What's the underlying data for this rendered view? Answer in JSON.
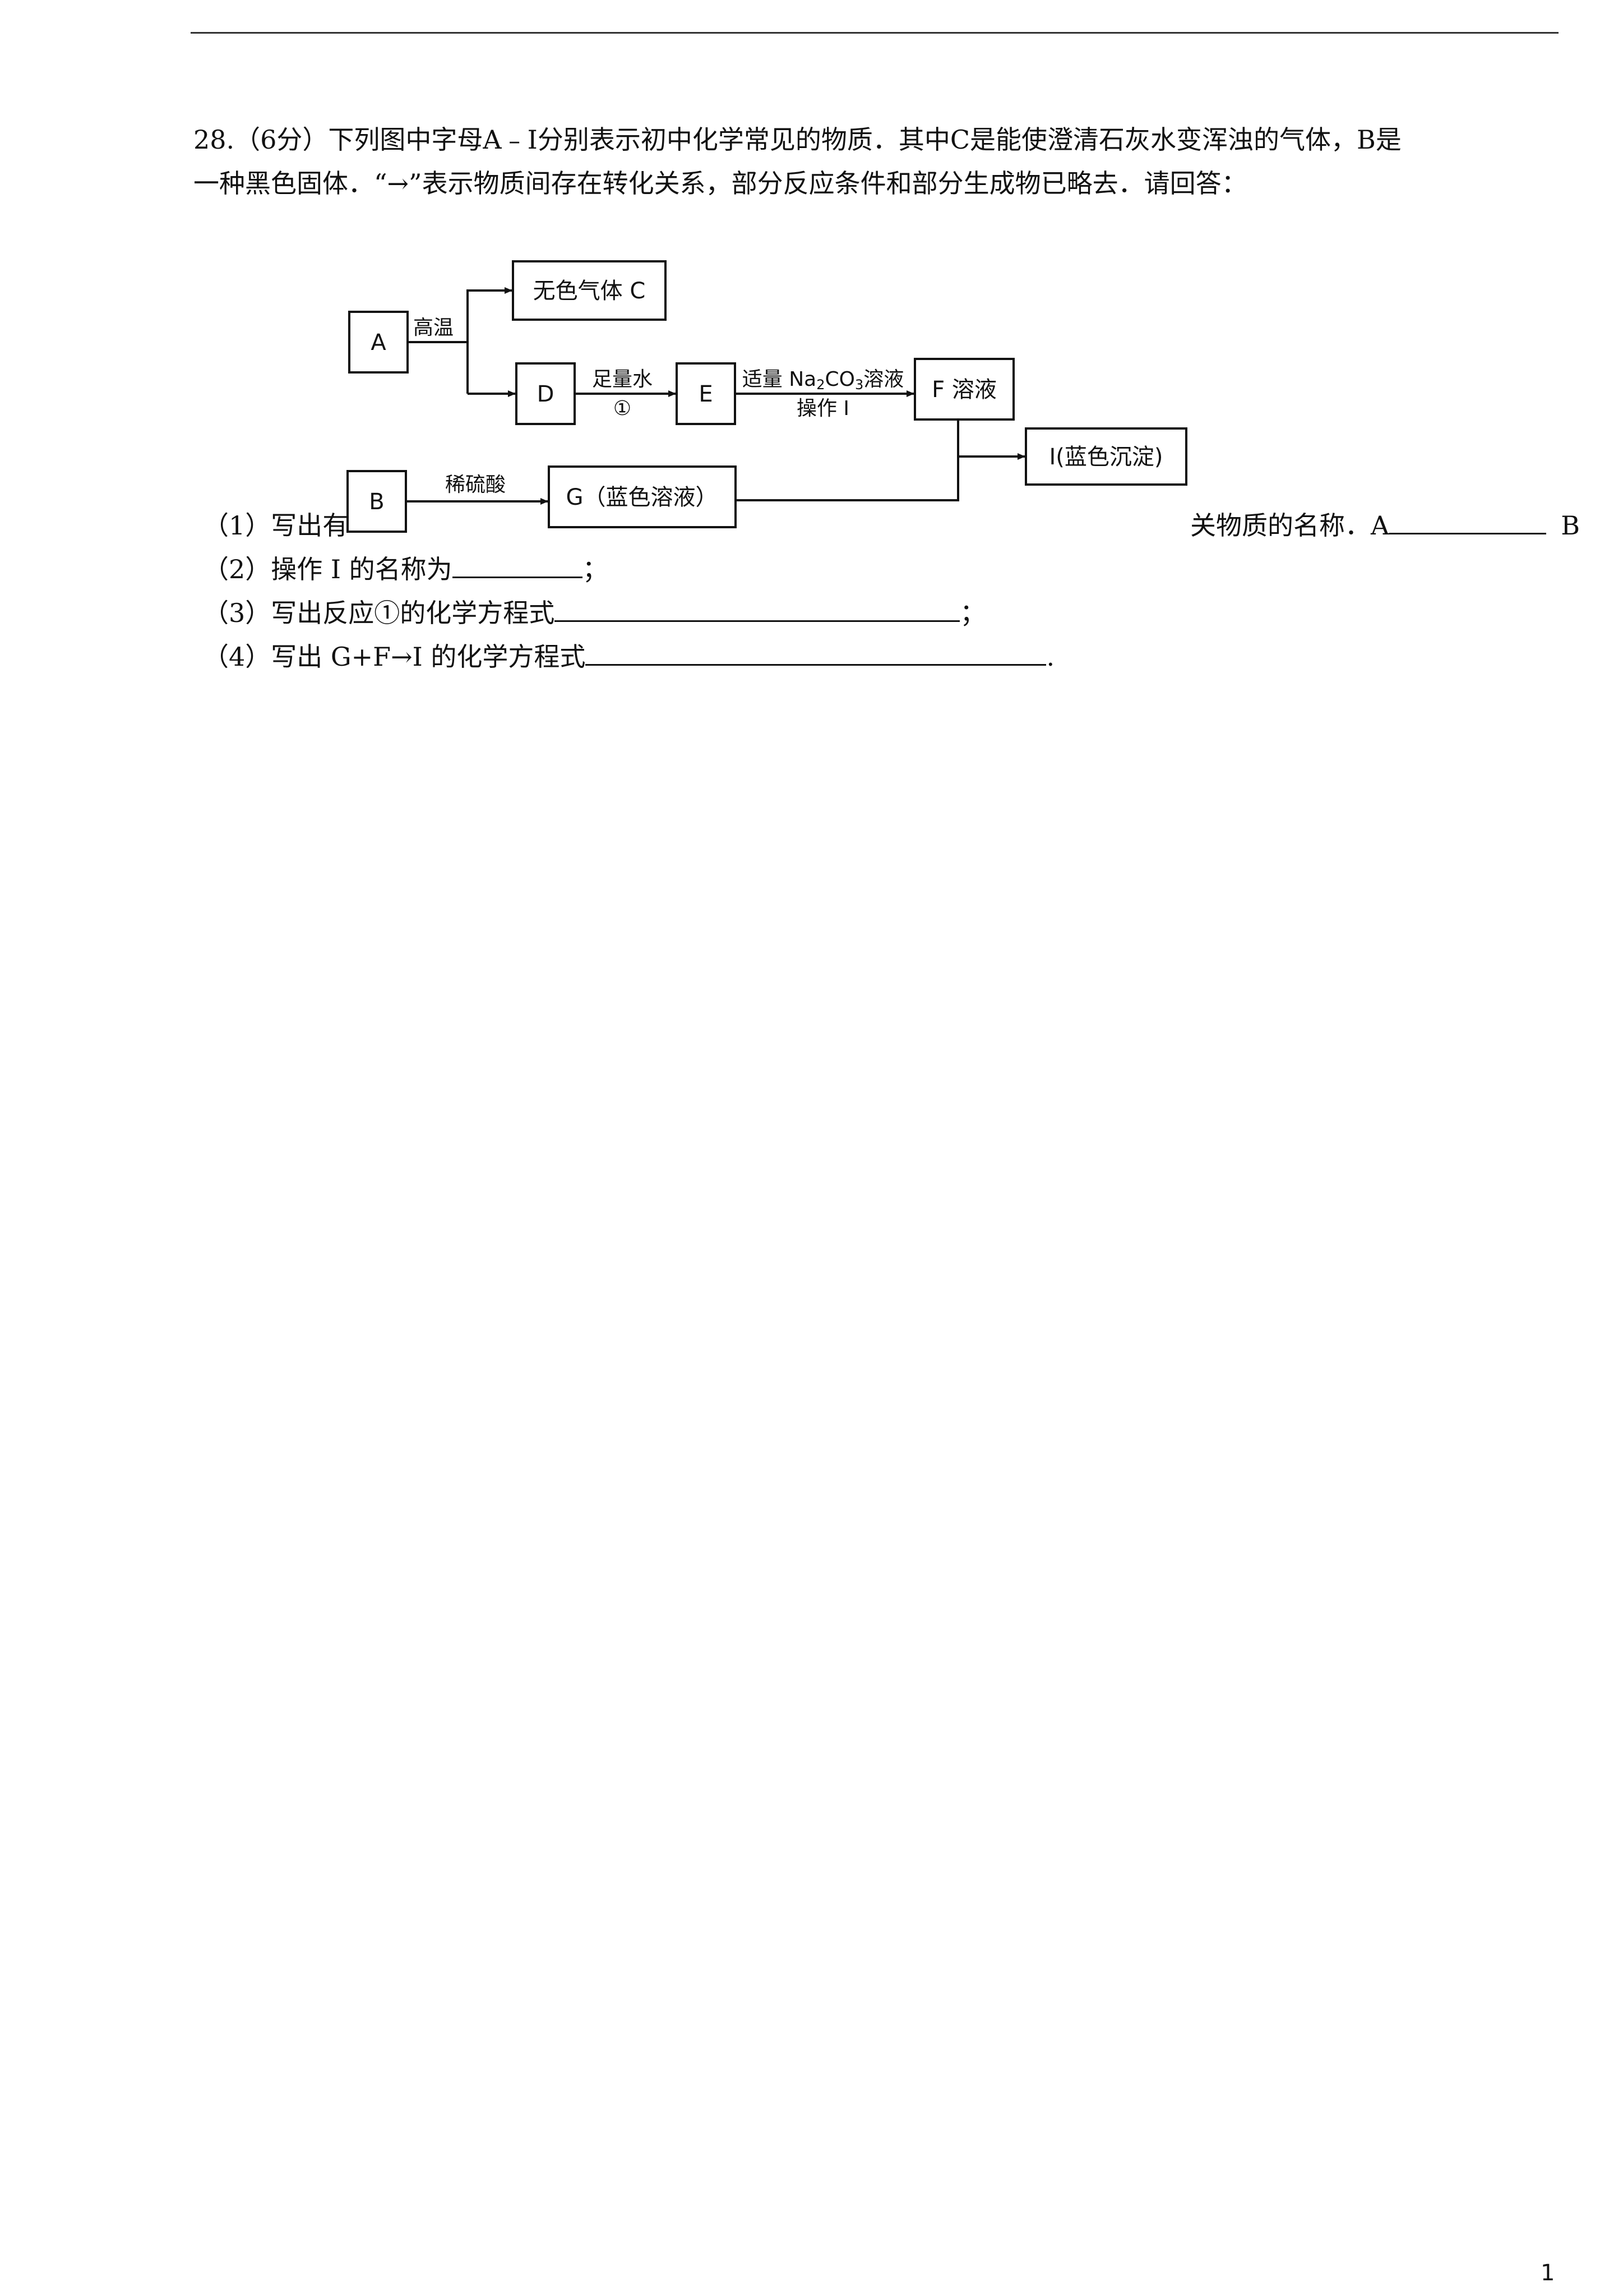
{
  "question": {
    "stem_line1": "28.（6分）下列图中字母A﹣I分别表示初中化学常见的物质．其中C是能使澄清石灰水变浑浊的气体，B是",
    "stem_line2": "一种黑色固体．“→”表示物质间存在转化关系，部分反应条件和部分生成物已略去．请回答："
  },
  "diagram": {
    "box_a": "A",
    "box_c": "无色气体 C",
    "box_d": "D",
    "box_e": "E",
    "box_f": "F 溶液",
    "box_i": "I(蓝色沉淀)",
    "box_b": "B",
    "box_g": "G（蓝色溶液）",
    "label_high_temp": "高温",
    "label_water": "足量水",
    "label_reaction1": "①",
    "label_na2co3_pre": "适量 Na",
    "label_na2co3_sub1": "2",
    "label_na2co3_mid": "CO",
    "label_na2co3_sub2": "3",
    "label_na2co3_post": "溶液",
    "label_operation": "操作 I",
    "label_acid": "稀硫酸"
  },
  "subquestions": {
    "q1_prefix": "（1）写出有",
    "q1_mid": "关物质的名称．A",
    "q1_b": "B",
    "q2_prefix": "（2）操作 I 的名称为",
    "q2_end": "；",
    "q3_prefix": "（3）写出反应①的化学方程式",
    "q3_end": "；",
    "q4_prefix": "（4）写出 G+F→I 的化学方程式",
    "q4_end": "."
  },
  "page_number": "1"
}
